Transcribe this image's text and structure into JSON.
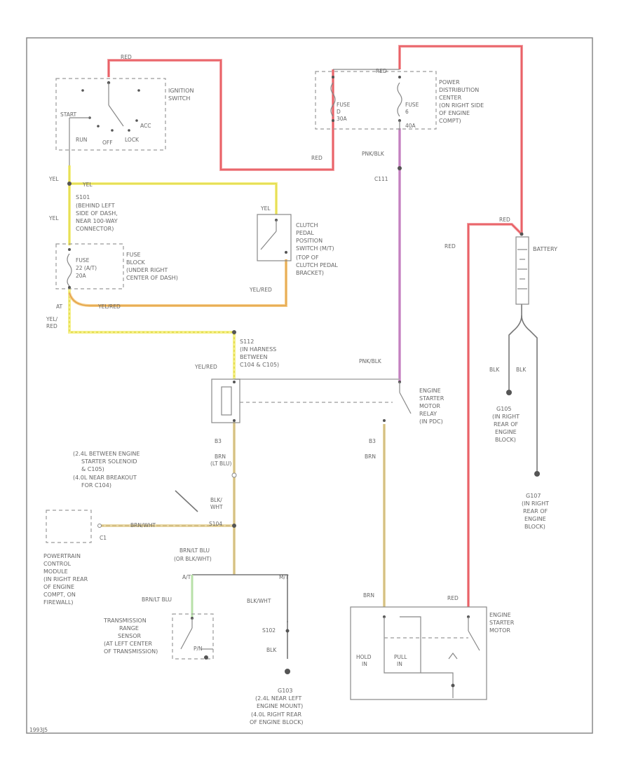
{
  "labels": {
    "ign_wire": "RED",
    "ign_name_1": "IGNITION",
    "ign_name_2": "SWITCH",
    "ign_start": "START",
    "ign_acc": "ACC",
    "ign_run": "RUN",
    "ign_off": "OFF",
    "ign_lock": "LOCK",
    "pdc_red_top": "RED",
    "pdc_fuse_left_1": "FUSE",
    "pdc_fuse_left_2": "D",
    "pdc_fuse_left_3": "30A",
    "pdc_fuse_right_1": "FUSE",
    "pdc_fuse_right_2": "6",
    "pdc_fuse_right_3": "40A",
    "pdc_name_1": "POWER",
    "pdc_name_2": "DISTRIBUTION",
    "pdc_name_3": "CENTER",
    "pdc_name_4": "(ON RIGHT SIDE",
    "pdc_name_5": "OF ENGINE",
    "pdc_name_6": "COMPT)",
    "pdc_red_bottom": "RED",
    "pnk_blk_1": "PNK/BLK",
    "c111": "C111",
    "yel_1": "YEL",
    "yel_2": "YEL",
    "yel_3": "YEL",
    "yel_4": "YEL",
    "s101_1": "S101",
    "s101_2": "(BEHIND LEFT",
    "s101_3": "SIDE OF DASH,",
    "s101_4": "NEAR 100-WAY",
    "s101_5": "CONNECTOR)",
    "fb_fuse_1": "FUSE",
    "fb_fuse_2": "22 (A/T)",
    "fb_fuse_3": "20A",
    "fb_name_1": "FUSE",
    "fb_name_2": "BLOCK",
    "fb_name_3": "(UNDER RIGHT",
    "fb_name_4": "CENTER OF DASH)",
    "clutch_1": "CLUTCH",
    "clutch_2": "PEDAL",
    "clutch_3": "POSITION",
    "clutch_4": "SWITCH (M/T)",
    "clutch_5": "(TOP OF",
    "clutch_6": "CLUTCH PEDAL",
    "clutch_7": "BRACKET)",
    "yel_red_1": "YEL/RED",
    "yel_red_2": "YEL/RED",
    "yel_red_3": "YEL/RED",
    "yel_red_4": "YEL/",
    "yel_red_5": "RED",
    "at_1": "AT",
    "s112_1": "S112",
    "s112_2": "(IN HARNESS",
    "s112_3": "BETWEEN",
    "s112_4": "C104 & C105)",
    "pnk_blk_2": "PNK/BLK",
    "relay_1": "ENGINE",
    "relay_2": "STARTER",
    "relay_3": "MOTOR",
    "relay_4": "RELAY",
    "relay_5": "(IN PDC)",
    "b3_left": "B3",
    "brn_lblu_1": "BRN",
    "brn_lblu_2": "(LT BLU)",
    "b3_right": "B3",
    "brn_right": "BRN",
    "note_1": "(2.4L BETWEEN ENGINE",
    "note_2": "STARTER SOLENOID",
    "note_3": "& C105)",
    "note_4": "(4.0L NEAR BREAKOUT",
    "note_5": "FOR C104)",
    "blk_wht_1": "BLK/",
    "blk_wht_2": "WHT",
    "s104": "S104",
    "brn_wht": "BRN/WHT",
    "pcm_pin": "C1",
    "pcm_1": "POWERTRAIN",
    "pcm_2": "CONTROL",
    "pcm_3": "MODULE",
    "pcm_4": "(IN RIGHT REAR",
    "pcm_5": "OF ENGINE",
    "pcm_6": "COMPT, ON",
    "pcm_7": "FIREWALL)",
    "brn_lblu_3": "BRN/LT BLU",
    "brn_lblu_4": "(OR BLK/WHT)",
    "at_2": "A/T",
    "mt": "M/T",
    "brn_lblu_5": "BRN/LT BLU",
    "blk_wht_3": "BLK/WHT",
    "trs_1": "TRANSMISSION",
    "trs_2": "RANGE",
    "trs_3": "SENSOR",
    "trs_4": "(AT LEFT CENTER",
    "trs_5": "OF TRANSMISSION)",
    "trs_pn": "P/N",
    "s102": "S102",
    "blk_1": "BLK",
    "g103_1": "G103",
    "g103_2": "(2.4L NEAR LEFT",
    "g103_3": "ENGINE MOUNT)",
    "g103_4": "(4.0L RIGHT REAR",
    "g103_5": "OF ENGINE BLOCK)",
    "batt_red_top": "RED",
    "batt_red_side": "RED",
    "battery": "BATTERY",
    "blk_2": "BLK",
    "blk_3": "BLK",
    "g105_1": "G105",
    "g105_2": "(IN RIGHT",
    "g105_3": "REAR OF",
    "g105_4": "ENGINE",
    "g105_5": "BLOCK)",
    "g107_1": "G107",
    "g107_2": "(IN RIGHT",
    "g107_3": "REAR OF",
    "g107_4": "ENGINE",
    "g107_5": "BLOCK)",
    "brn_motor": "BRN",
    "red_motor": "RED",
    "motor_1": "ENGINE",
    "motor_2": "STARTER",
    "motor_3": "MOTOR",
    "hold_1": "HOLD",
    "hold_2": "IN",
    "pull_1": "PULL",
    "pull_2": "IN",
    "footer_id": "1993J5"
  },
  "colors": {
    "red": "#e8545a",
    "yellow": "#dcd23a",
    "orange": "#e09a3a",
    "pink": "#b46ab0",
    "brown": "#c8b070",
    "green": "#b8e0a8"
  }
}
